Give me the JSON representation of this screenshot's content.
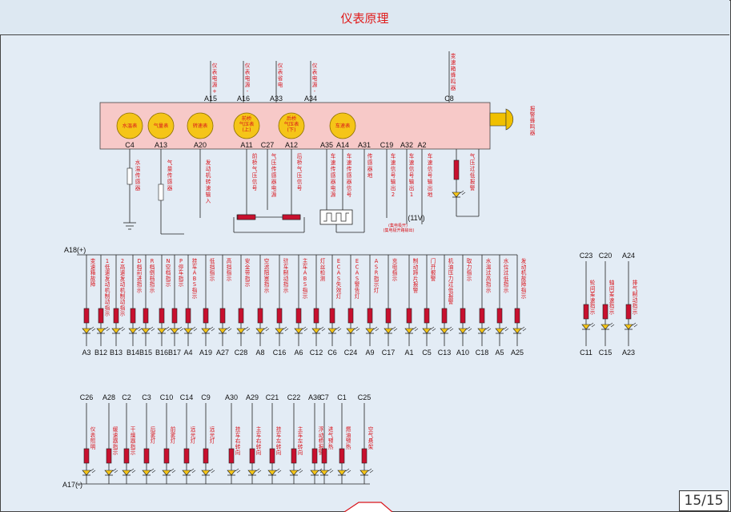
{
  "title": "仪表原理",
  "page_number": "15/15",
  "bus": {
    "plus": "A18(+)",
    "minus": "A17(-)"
  },
  "buzzer_label": "报警蜂鸣器",
  "top_signals": [
    {
      "pin": "A15",
      "label": "仪表电源+"
    },
    {
      "pin": "A16",
      "label": "仪表电源-"
    },
    {
      "pin": "A33",
      "label": "仪表省电"
    },
    {
      "pin": "A34",
      "label": "仪表电源-"
    },
    {
      "pin": "C8",
      "label": "变速箱蜂鸣器"
    }
  ],
  "gauges": [
    {
      "name": "水温表",
      "pin": "C4"
    },
    {
      "name": "气量表",
      "pin": "A13"
    },
    {
      "name": "转速表",
      "pin": "A20"
    },
    {
      "name": "前桥气压表(上)",
      "pin": "A11"
    },
    {
      "name": "后桥气压表(下)",
      "pin": "A12"
    },
    {
      "name": "车速表",
      "pin": "A14"
    }
  ],
  "bottom_pins": [
    "C27",
    "A35",
    "A31",
    "C19",
    "A32",
    "A2"
  ],
  "bottom_signals": [
    {
      "id": "water-temp-sensor",
      "label": "水温传感器"
    },
    {
      "id": "fuel-sensor",
      "label": "气量传感器"
    },
    {
      "id": "engine-speed-input",
      "label": "发动机转速输入"
    },
    {
      "id": "front-pressure-signal",
      "label": "前桥气压信号"
    },
    {
      "id": "pressure-sensor-power",
      "label": "气压传感器电源"
    },
    {
      "id": "rear-pressure-signal",
      "label": "后桥气压信号"
    },
    {
      "id": "speed-sensor-power",
      "label": "车速传感器电源"
    },
    {
      "id": "speed-sensor-signal",
      "label": "车速传感器信号"
    },
    {
      "id": "sensor-ground",
      "label": "传感器地"
    },
    {
      "id": "speed-output-2",
      "label": "车速信号输出2"
    },
    {
      "id": "speed-output-1",
      "label": "车速信号输出1"
    },
    {
      "id": "speed-output-ground",
      "label": "车速信号输出地"
    },
    {
      "id": "low-pressure-alarm",
      "label": "气压过低报警"
    }
  ],
  "output_note": "(集电极开路输出)",
  "voltage_note": "(11V)",
  "upper_indicators": [
    {
      "pin": "A3",
      "label": "变速箱故障"
    },
    {
      "pin": "B12",
      "label": "1低速发动机制动指示"
    },
    {
      "pin": "B13",
      "label": "2高速发动机制动指示"
    },
    {
      "pin": "B14",
      "label": "D档前进指示"
    },
    {
      "pin": "B15",
      "label": "R档倒档指示"
    },
    {
      "pin": "B16",
      "label": "N空档指示"
    },
    {
      "pin": "B17",
      "label": "P停车指示"
    },
    {
      "pin": "A4",
      "label": "挂车ABS指示"
    },
    {
      "pin": "A19",
      "label": "低挡指示"
    },
    {
      "pin": "A27",
      "label": "高挡指示"
    },
    {
      "pin": "C28",
      "label": "安全带指示"
    },
    {
      "pin": "A8",
      "label": "空滤阻塞指示"
    },
    {
      "pin": "C16",
      "label": "驻车制动指示"
    },
    {
      "pin": "A6",
      "label": "主车ABS指示"
    },
    {
      "pin": "C12",
      "label": "灯丝检测"
    },
    {
      "pin": "C6",
      "label": "ECAS失效灯"
    },
    {
      "pin": "C24",
      "label": "ECAS警告灯"
    },
    {
      "pin": "A9",
      "label": "ASR指示灯"
    },
    {
      "pin": "C17",
      "label": "充电指示"
    },
    {
      "pin": "A1",
      "label": "制动蹄片报警"
    },
    {
      "pin": "C5",
      "label": "门开报警"
    },
    {
      "pin": "C13",
      "label": "机油压力过低报警"
    },
    {
      "pin": "A10",
      "label": "取力指示"
    },
    {
      "pin": "C18",
      "label": "水温过高指示"
    },
    {
      "pin": "A5",
      "label": "水位过低指示"
    },
    {
      "pin": "A25",
      "label": "发动机故障指示"
    }
  ],
  "diff_group": {
    "top_pins": [
      "C23",
      "C20",
      "A24"
    ],
    "bottom_pins": [
      "C11",
      "C15",
      "A23"
    ],
    "labels": [
      "轮间差速指示",
      "轴间差速指示",
      "排气制动指示"
    ]
  },
  "lower_indicators": [
    {
      "pin": "C26",
      "label": "仪表照明"
    },
    {
      "pin": "A28",
      "label": "缓速器指示"
    },
    {
      "pin": "C2",
      "label": "干燥器指示"
    },
    {
      "pin": "C3",
      "label": "后雾灯"
    },
    {
      "pin": "C10",
      "label": "前雾灯"
    },
    {
      "pin": "C14",
      "label": "远光灯"
    },
    {
      "pin": "C9",
      "label": "远光灯"
    },
    {
      "pin": "A30",
      "label": "挂车右转向"
    },
    {
      "pin": "A29",
      "label": "主车右转向"
    },
    {
      "pin": "C21",
      "label": "挂车左转向"
    },
    {
      "pin": "C22",
      "label": "主车左转向"
    },
    {
      "pin": "A36",
      "label": "浮动桥报警"
    },
    {
      "pin": "C7",
      "label": "进气预热"
    },
    {
      "pin": "C1",
      "label": "燃油预热"
    },
    {
      "pin": "C25",
      "label": "空气悬架"
    }
  ],
  "colors": {
    "title": "#e01b1b",
    "label": "#d9141b",
    "cluster": "#f7c9c8",
    "gauge": "#f5c518",
    "led": "#f5c518",
    "resistor": "#c8102e"
  }
}
